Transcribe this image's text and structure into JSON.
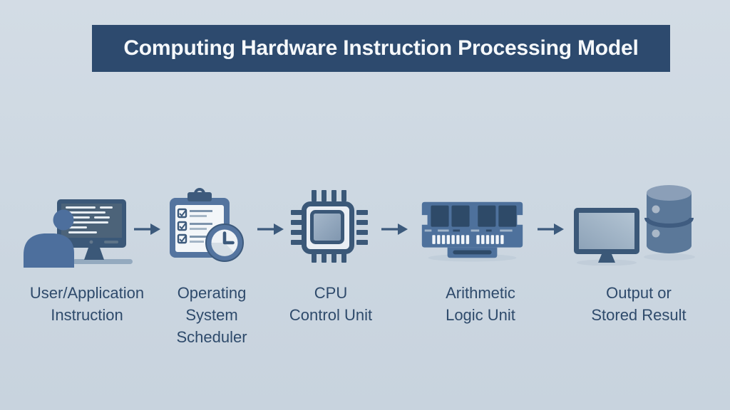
{
  "title": "Computing Hardware Instruction Processing Model",
  "stages": [
    {
      "name": "user-application-instruction",
      "label": "User/Application\nInstruction",
      "icon": "user-at-computer-icon"
    },
    {
      "name": "operating-system-scheduler",
      "label": "Operating\nSystem\nScheduler",
      "icon": "clipboard-clock-icon"
    },
    {
      "name": "cpu-control-unit",
      "label": "CPU\nControl Unit",
      "icon": "cpu-chip-icon"
    },
    {
      "name": "arithmetic-logic-unit",
      "label": "Arithmetic\nLogic Unit",
      "icon": "ram-module-icon"
    },
    {
      "name": "output-or-stored-result",
      "label": "Output or\nStored Result",
      "icon": "monitor-database-icon"
    }
  ],
  "flow": {
    "direction": "left-to-right",
    "arrow_glyph": "→",
    "arrow_count": 4
  },
  "colors": {
    "background": "#ccd7e1",
    "banner": "#2d4a6e",
    "banner_text": "#f5f8fb",
    "label_text": "#2e4a6b",
    "arrow": "#3c5a7c",
    "icon_dark_slate": "#3b5878",
    "icon_medium_blue": "#4e719c",
    "icon_person_blue": "#4d6f9d",
    "icon_light_fill": "#eef2f6",
    "chip_dark": "#2e4a68",
    "screen_light": "#a9bccd"
  }
}
